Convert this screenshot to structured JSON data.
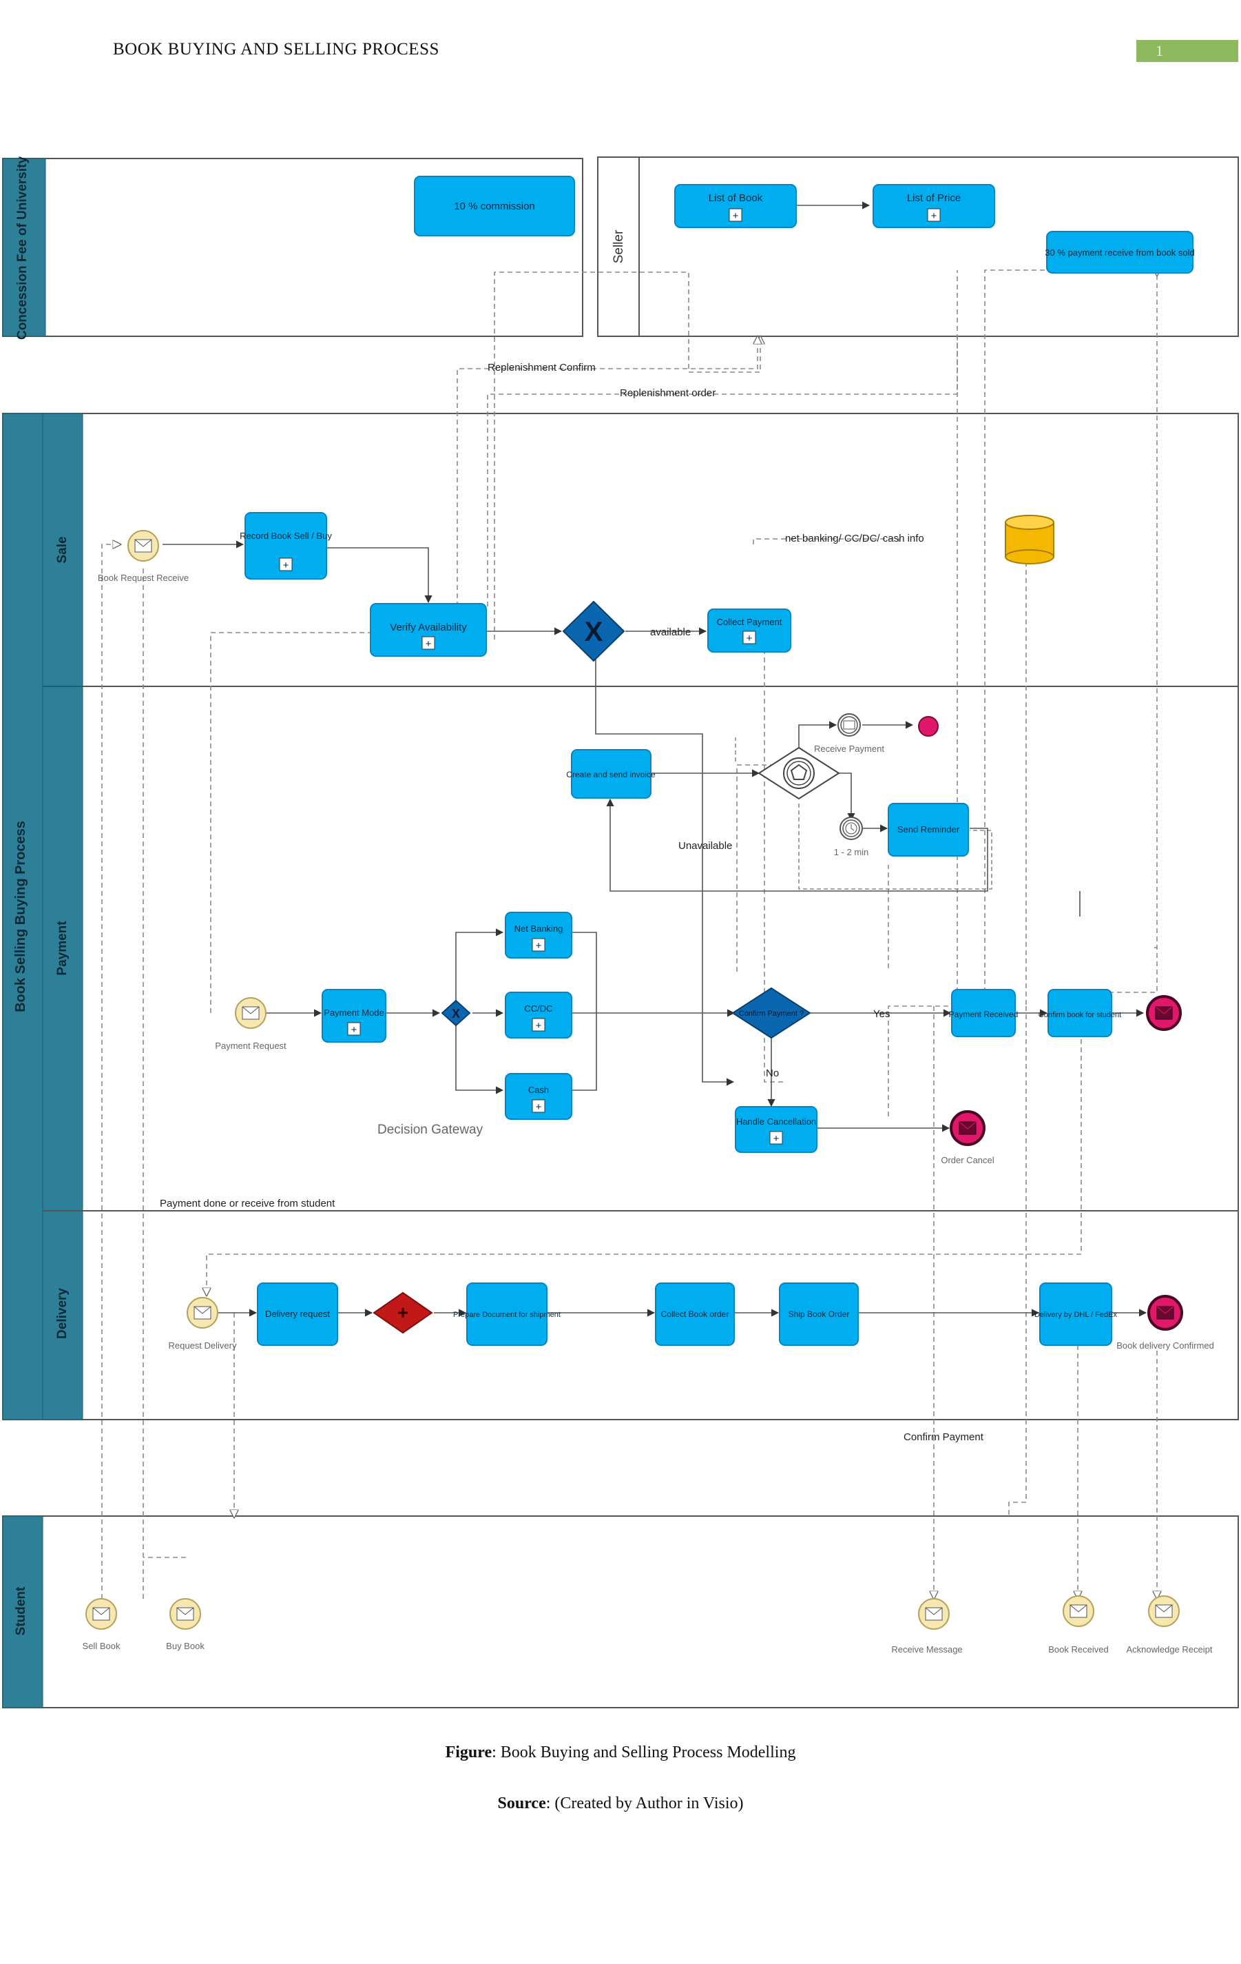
{
  "header": {
    "title": "BOOK BUYING AND SELLING PROCESS",
    "page_number": "1"
  },
  "colors": {
    "task": "#00adef",
    "task_border": "#0484c0",
    "lane_header": "#2e7f98",
    "event_fill": "#f7e7b1",
    "event_stroke": "#b5a35c",
    "end_event": "#e0176b",
    "gateway": "#0b66b0",
    "error_gateway": "#c21818",
    "datastore": "#f5b800",
    "page_badge": "#8db95c"
  },
  "pools": {
    "university": "Concession Fee of University",
    "seller": "Seller",
    "process": "Book Selling Buying Process",
    "student": "Student"
  },
  "lanes": {
    "sale": "Sale",
    "payment": "Payment",
    "delivery": "Delivery"
  },
  "tasks": {
    "commission": "10 % commission",
    "list_of_book": "List of Book",
    "list_of_price": "List of Price",
    "payment_receive": "30 % payment receive from book sold",
    "record_book": "Record Book Sell / Buy",
    "verify_availability": "Verify Availability",
    "collect_payment": "Collect Payment",
    "create_invoice": "Create and send invoice",
    "send_reminder": "Send Reminder",
    "payment_mode": "Payment Mode",
    "net_banking": "Net Banking",
    "cc_dc": "CC/DC",
    "cash": "Cash",
    "confirm_payment_gw": "Confirm Payment ?",
    "payment_received": "Payment Received",
    "confirm_book": "Confirm book for student",
    "handle_cancellation": "Handle Cancellation",
    "delivery_request": "Delivery request",
    "prepare_document": "Prepare Document for shipment",
    "collect_book_order": "Collect Book order",
    "ship_book_order": "Ship Book Order",
    "delivery_by_dhl": "Delivery by DHL / FedEx"
  },
  "events": {
    "book_request": "Book Request Receive",
    "receive_payment": "Receive Payment",
    "timer": "1 - 2 min",
    "payment_request": "Payment Request",
    "order_cancel": "Order Cancel",
    "request_delivery": "Request Delivery",
    "book_delivery_confirmed": "Book delivery Confirmed",
    "sell_book": "Sell Book",
    "buy_book": "Buy Book",
    "receive_message": "Receive Message",
    "book_received": "Book Received",
    "acknowledge_receipt": "Acknowledge Receipt"
  },
  "flow_labels": {
    "replenishment_confirm": "Replenishment Confirm",
    "replenishment_order": "Replenishment order",
    "net_banking_cash": "net banking/ CC/DC/ cash info",
    "available": "available",
    "unavailable": "Unavailable",
    "yes": "Yes",
    "no": "No",
    "decision_gateway": "Decision Gateway",
    "payment_done": "Payment done or receive from student",
    "confirm_payment": "Confirm Payment"
  },
  "caption": {
    "figure_label": "Figure",
    "figure_text": ":  Book Buying and Selling Process Modelling",
    "source_label": "Source",
    "source_text": ": (Created by Author in Visio)"
  }
}
